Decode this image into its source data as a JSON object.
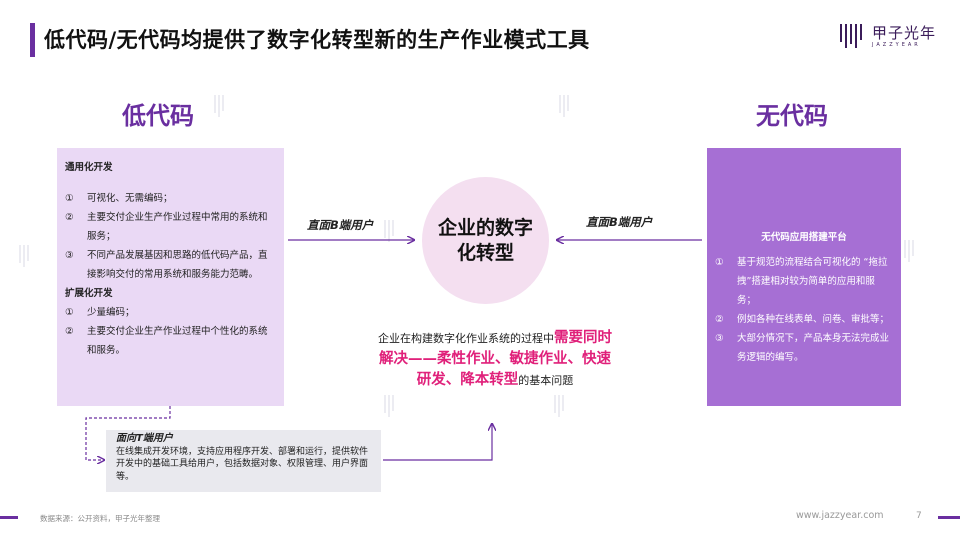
{
  "header": {
    "title": "低代码/无代码均提供了数字化转型新的生产作业模式工具",
    "brand_name": "甲子光年",
    "brand_sub": "JAZZYEAR"
  },
  "left": {
    "heading": "低代码",
    "sections": [
      {
        "title": "通用化开发",
        "items": [
          {
            "num": "①",
            "text": "可视化、无需编码；"
          },
          {
            "num": "②",
            "text": "主要交付企业生产作业过程中常用的系统和服务；"
          },
          {
            "num": "③",
            "text": "不同产品发展基因和思路的低代码产品，直接影响交付的常用系统和服务能力范畴。"
          }
        ]
      },
      {
        "title": "扩展化开发",
        "items": [
          {
            "num": "①",
            "text": "少量编码；"
          },
          {
            "num": "②",
            "text": "主要交付企业生产作业过程中个性化的系统和服务。"
          }
        ]
      }
    ]
  },
  "right": {
    "heading": "无代码",
    "section_title": "无代码应用搭建平台",
    "items": [
      {
        "num": "①",
        "text": "基于规范的流程结合可视化的 “拖拉拽”搭建相对较为简单的应用和服务；"
      },
      {
        "num": "②",
        "text": "例如各种在线表单、问卷、审批等；"
      },
      {
        "num": "③",
        "text": "大部分情况下，产品本身无法完成业务逻辑的编写。"
      }
    ]
  },
  "center": {
    "circle_line1": "企业的数字",
    "circle_line2": "化转型",
    "label_left": "直面B端用户",
    "label_right": "直面B端用户",
    "desc_pre": "企业在构建数字化作业系统的过程中",
    "desc_hl1": "需要同时",
    "desc_hl2": "解决——柔性作业、敏捷作业、快速",
    "desc_hl3": "研发、降本转型",
    "desc_post": "的基本问题"
  },
  "tbox": {
    "title": "面向T端用户",
    "text": "在线集成开发环境，支持应用程序开发、部署和运行，提供软件开发中的基础工具给用户，包括数据对象、权限管理、用户界面等。"
  },
  "footer": {
    "source": "数据来源：公开资料，甲子光年整理",
    "url": "www.jazzyear.com",
    "page": "7"
  },
  "colors": {
    "accent": "#6a2fa0",
    "left_box": "#ead9f5",
    "right_box": "#a66fd4",
    "circle": "#f4dff0",
    "highlight": "#e0207a",
    "tbox": "#e9e9ee"
  }
}
